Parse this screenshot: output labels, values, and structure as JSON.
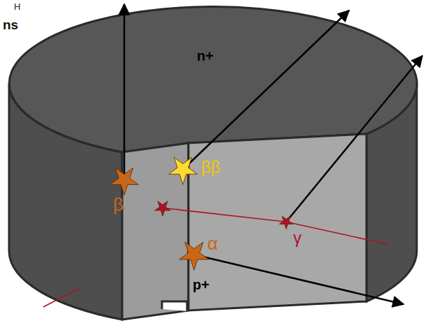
{
  "diagram": {
    "labels": [
      "H",
      "ns",
      "n+",
      "ββ",
      "β",
      "γ",
      "α",
      "p+"
    ]
  }
}
